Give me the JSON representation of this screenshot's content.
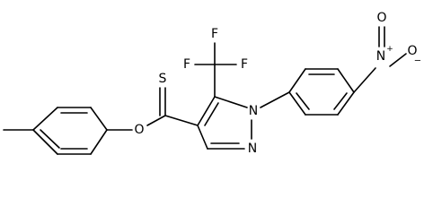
{
  "structure": {
    "atom_labels": {
      "f_top": "F",
      "f_right": "F",
      "f_left": "F",
      "n1": "N",
      "n2": "N",
      "thio_s": "S",
      "ester_o": "O",
      "nitro_n": "N",
      "nitro_plus": "+",
      "nitro_o_top": "O",
      "nitro_o_bottom": "O",
      "nitro_minus": "−"
    }
  }
}
